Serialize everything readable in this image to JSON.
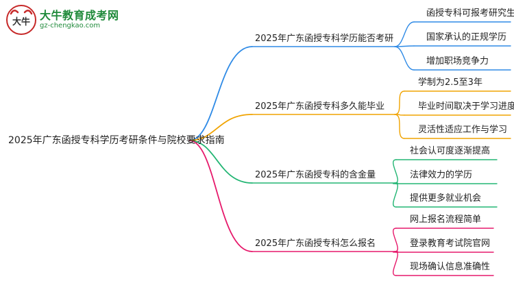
{
  "logo": {
    "name": "大牛教育成考网",
    "url": "gz-chengkao.com",
    "mark_text": "大牛"
  },
  "root": "2025年广东函授专科学历考研条件与院校要求指南",
  "branches": [
    {
      "label": "2025年广东函授专科学历能否考研",
      "color": "#2e8ae6",
      "leaves": [
        "函授专科可报考研究生",
        "国家承认的正规学历",
        "增加职场竞争力"
      ]
    },
    {
      "label": "2025年广东函授专科多久能毕业",
      "color": "#f0a300",
      "leaves": [
        "学制为2.5至3年",
        "毕业时间取决于学习进度",
        "灵活性适应工作与学习"
      ]
    },
    {
      "label": "2025年广东函授专科的含金量",
      "color": "#22b573",
      "leaves": [
        "社会认可度逐渐提高",
        "法律效力的学历",
        "提供更多就业机会"
      ]
    },
    {
      "label": "2025年广东函授专科怎么报名",
      "color": "#e6196b",
      "leaves": [
        "网上报名流程简单",
        "登录教育考试院官网",
        "现场确认信息准确性"
      ]
    }
  ]
}
